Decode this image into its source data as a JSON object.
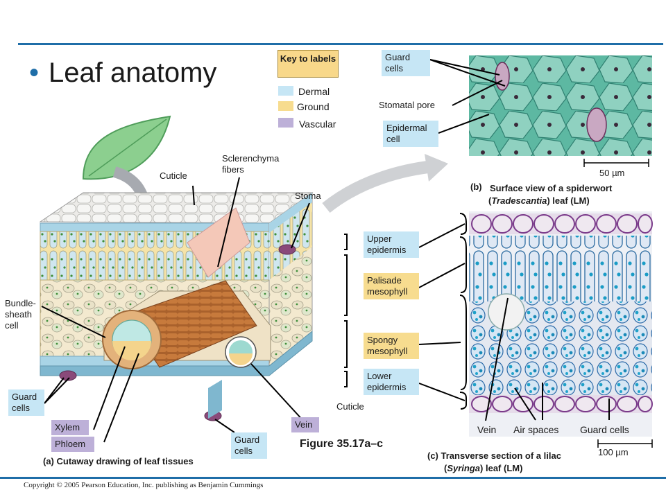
{
  "title": "Leaf anatomy",
  "key": {
    "heading": "Key to labels",
    "items": [
      {
        "label": "Dermal",
        "color": "#c6e6f5"
      },
      {
        "label": "Ground",
        "color": "#f7dc8f"
      },
      {
        "label": "Vascular",
        "color": "#bdb0d8"
      }
    ]
  },
  "drawing_labels": {
    "cuticle_top": "Cuticle",
    "sclerenchyma": "Sclerenchyma fibers",
    "stoma": "Stoma",
    "bundle_sheath": "Bundle-sheath cell",
    "guard_left": "Guard cells",
    "xylem": "Xylem",
    "phloem": "Phloem",
    "guard_bottom": "Guard cells",
    "vein": "Vein",
    "cuticle_bottom": "Cuticle"
  },
  "layer_labels": {
    "upper": "Upper epidermis",
    "palisade": "Palisade mesophyll",
    "spongy": "Spongy mesophyll",
    "lower": "Lower epidermis"
  },
  "micro_b": {
    "guard": "Guard cells",
    "pore": "Stomatal pore",
    "epidermal": "Epidermal cell",
    "scale": "50 µm",
    "caption_letter": "(b)",
    "caption_line1": "Surface view of a spiderwort",
    "caption_line2_pre": "(",
    "caption_line2_italic": "Tradescantia",
    "caption_line2_post": ") leaf (LM)"
  },
  "micro_c": {
    "vein": "Vein",
    "air": "Air spaces",
    "guard": "Guard cells",
    "scale": "100 µm",
    "caption_line1": "(c) Transverse section of a lilac",
    "caption_line2_pre": "(",
    "caption_line2_italic": "Syringa",
    "caption_line2_post": ") leaf (LM)"
  },
  "caption_a": "(a) Cutaway drawing of leaf tissues",
  "figure_ref": "Figure 35.17a–c",
  "copyright": "Copyright © 2005 Pearson Education, Inc. publishing as Benjamin Cummings"
}
